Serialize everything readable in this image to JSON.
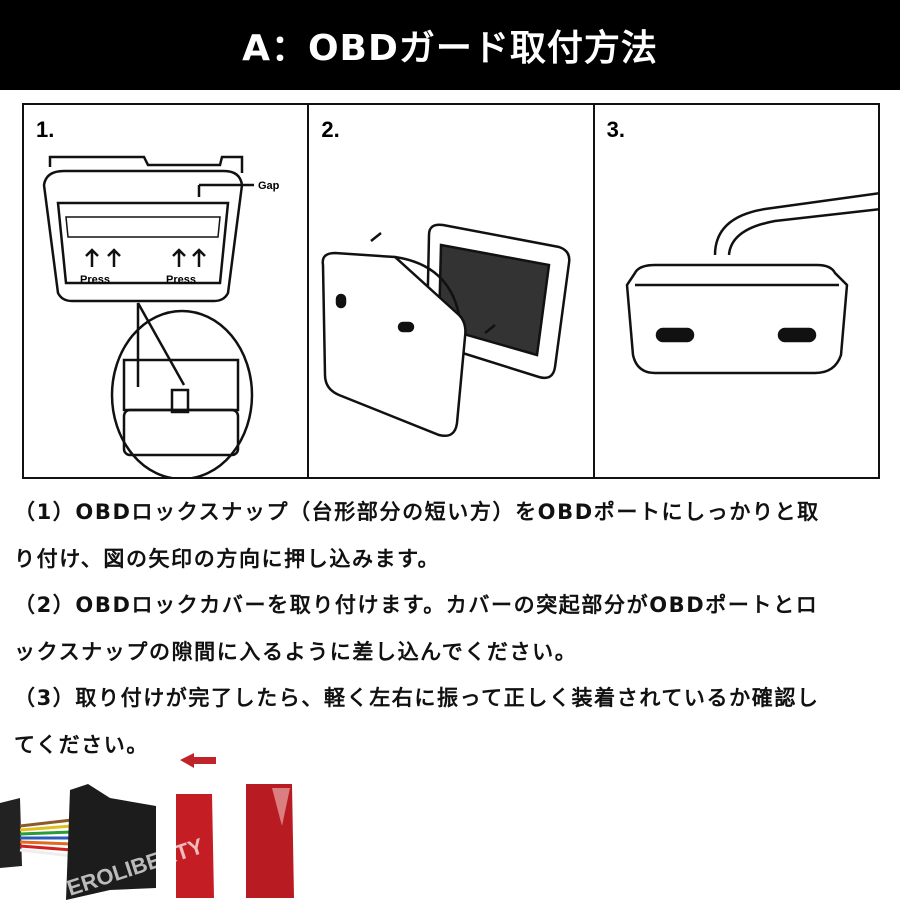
{
  "header": {
    "title": "A：OBDガード取付方法"
  },
  "steps": [
    {
      "number": "1.",
      "labels": {
        "gap": "Gap",
        "press_left": "Press",
        "press_right": "Press"
      }
    },
    {
      "number": "2."
    },
    {
      "number": "3."
    }
  ],
  "instructions": {
    "lines": [
      "（1）OBDロックスナップ（台形部分の短い方）をOBDポートにしっかりと取",
      "り付け、図の矢印の方向に押し込みます。",
      "（2）OBDロックカバーを取り付けます。カバーの突起部分がOBDポートとロ",
      "ックスナップの隙間に入るように差し込んでください。",
      "（3）取り付けが完了したら、軽く左右に振って正しく装着されているか確認し",
      "てください。"
    ]
  },
  "photo": {
    "watermark": "EROLIBERTY",
    "arrow_color": "#c0242a",
    "part_color": "#c41e24"
  },
  "colors": {
    "header_bg": "#000000",
    "header_text": "#ffffff"
  }
}
